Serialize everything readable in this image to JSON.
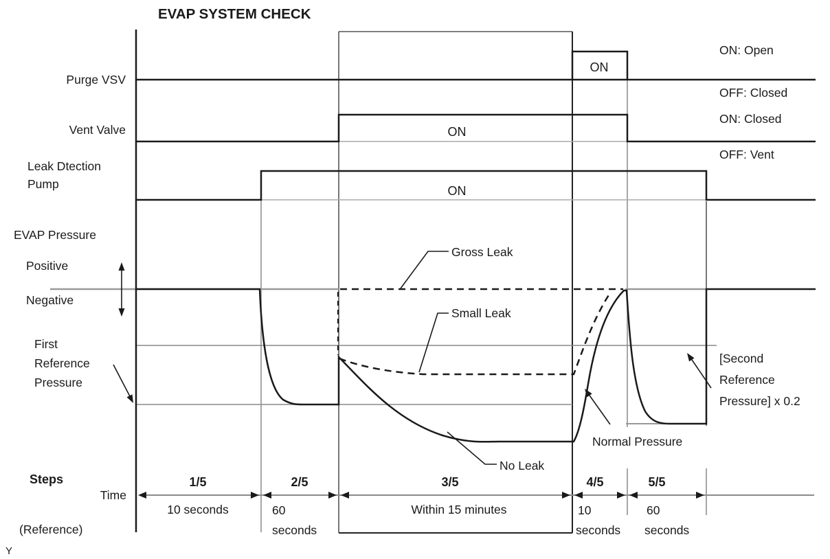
{
  "title": "EVAP SYSTEM CHECK",
  "footnote": "Y",
  "colors": {
    "ink": "#1a1a1a",
    "grid_gray": "#888888",
    "light_gray": "#aaaaaa",
    "background": "#ffffff"
  },
  "signals": {
    "purge": {
      "label": "Purge VSV",
      "on_text": "ON",
      "legend_on": "ON: Open",
      "legend_off": "OFF: Closed"
    },
    "vent": {
      "label": "Vent Valve",
      "on_text": "ON",
      "legend_on": "ON: Closed",
      "legend_off": "OFF: Vent"
    },
    "pump": {
      "label_line1": "Leak Dtection",
      "label_line2": "Pump",
      "on_text": "ON"
    }
  },
  "pressure": {
    "label": "EVAP Pressure",
    "positive": "Positive",
    "negative": "Negative",
    "first_ref_line1": "First",
    "first_ref_line2": "Reference",
    "first_ref_line3": "Pressure",
    "second_ref_line1": "[Second",
    "second_ref_line2": "Reference",
    "second_ref_line3": "Pressure] x 0.2",
    "gross_leak": "Gross Leak",
    "small_leak": "Small Leak",
    "no_leak": "No Leak",
    "normal_pressure": "Normal Pressure"
  },
  "steps": {
    "label": "Steps",
    "time_label": "Time",
    "reference_label": "(Reference)",
    "items": [
      {
        "step": "1/5",
        "time1": "10 seconds",
        "time2": ""
      },
      {
        "step": "2/5",
        "time1": "60",
        "time2": "seconds"
      },
      {
        "step": "3/5",
        "time1": "Within 15 minutes",
        "time2": ""
      },
      {
        "step": "4/5",
        "time1": "10",
        "time2": "seconds"
      },
      {
        "step": "5/5",
        "time1": "60",
        "time2": "seconds"
      }
    ]
  }
}
